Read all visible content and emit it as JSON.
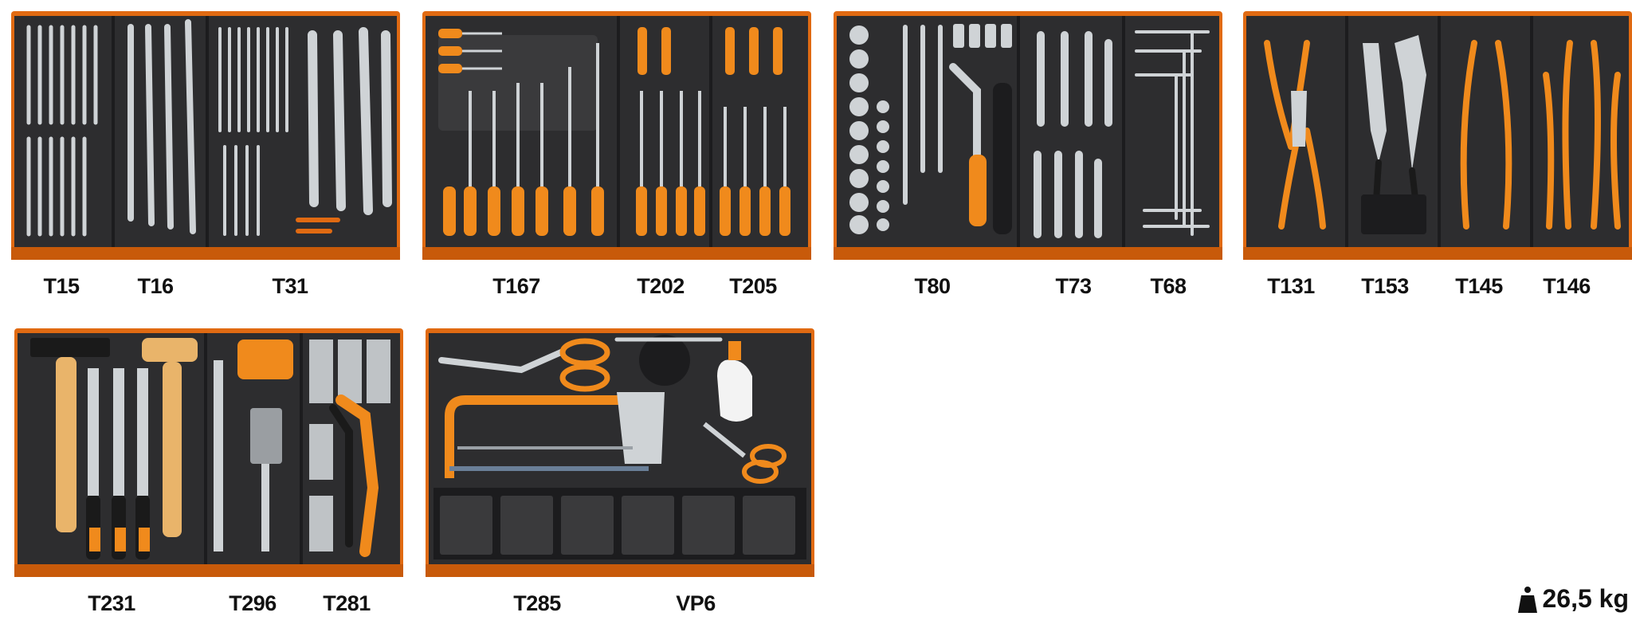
{
  "tray_codes": {
    "t15": "T15",
    "t16": "T16",
    "t31": "T31",
    "t167": "T167",
    "t202": "T202",
    "t205": "T205",
    "t80": "T80",
    "t73": "T73",
    "t68": "T68",
    "t131": "T131",
    "t153": "T153",
    "t145": "T145",
    "t146": "T146",
    "t231": "T231",
    "t296": "T296",
    "t281": "T281",
    "t285": "T285",
    "vp6": "VP6"
  },
  "weight": "26,5 kg",
  "colors": {
    "drawer_frame": "#e06a12",
    "drawer_rail": "#c85a0a",
    "foam": "#2d2d2f",
    "foam_dark": "#1c1c1e",
    "steel": "#cfd3d6",
    "handle_orange": "#f08a1c",
    "handle_black": "#1a1a1a",
    "wood": "#e9b46a"
  },
  "icons": [
    "weight-icon",
    "wrench-icon",
    "screwdriver-icon",
    "socket-icon",
    "plier-icon",
    "hammer-icon",
    "saw-icon"
  ]
}
